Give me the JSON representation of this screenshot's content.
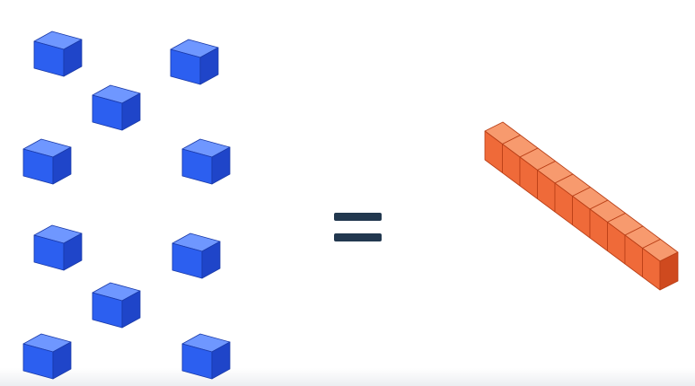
{
  "colors": {
    "background": "#ffffff",
    "unit_cube_top": "#6f97ff",
    "unit_cube_left": "#2c5ff0",
    "unit_cube_right": "#1f45c9",
    "unit_cube_edge": "#1a3aa8",
    "rod_top": "#f79a6e",
    "rod_left": "#ef6a39",
    "rod_right": "#cf4a1f",
    "rod_edge": "#b83e16",
    "equals_sign": "#22384f"
  },
  "diagram": {
    "left_group": {
      "icon": "blue-unit-cube",
      "count": 10
    },
    "operator": {
      "icon": "equals-sign"
    },
    "right_group": {
      "icon": "orange-ten-rod",
      "segments": 10
    }
  }
}
